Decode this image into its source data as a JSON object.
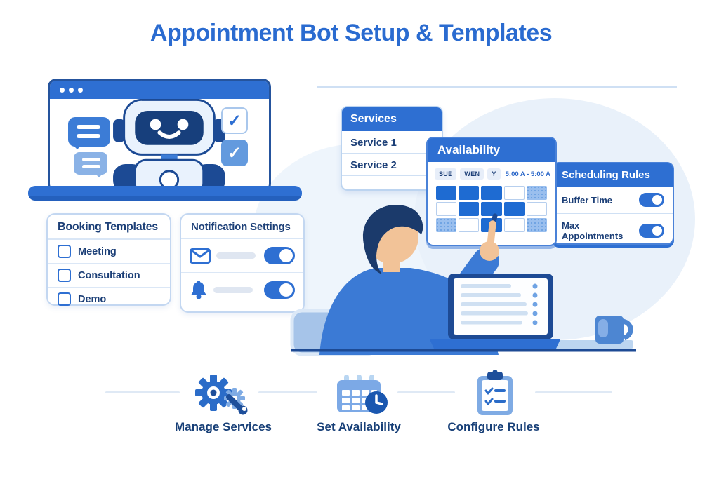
{
  "title": "Appointment Bot Setup & Templates",
  "icons": {
    "check": "✓"
  },
  "services_card": {
    "header": "Services",
    "items": [
      "Service 1",
      "Service 2"
    ]
  },
  "availability_card": {
    "header": "Availability",
    "day_chips": [
      "SUE",
      "WEN",
      "Y"
    ],
    "time_range": "5:00 A - 5:00 A",
    "grid": [
      "selected",
      "selected",
      "selected",
      "empty",
      "partial",
      "empty",
      "selected",
      "selected",
      "selected",
      "empty",
      "partial",
      "empty",
      "selected",
      "empty",
      "partial"
    ]
  },
  "scheduling_card": {
    "header": "Scheduling Rules",
    "rules": [
      {
        "label": "Buffer Time",
        "enabled": true
      },
      {
        "label": "Max Appointments",
        "enabled": true
      }
    ]
  },
  "booking_card": {
    "header": "Booking Templates",
    "items": [
      {
        "label": "Meeting",
        "checked": false
      },
      {
        "label": "Consultation",
        "checked": false
      },
      {
        "label": "Demo",
        "checked": false
      }
    ]
  },
  "notification_card": {
    "header": "Notification Settings",
    "rows": [
      {
        "icon": "envelope",
        "enabled": true
      },
      {
        "icon": "bell",
        "enabled": true
      }
    ]
  },
  "steps": [
    {
      "icon": "gear-wrench",
      "label": "Manage Services"
    },
    {
      "icon": "calendar-clock",
      "label": "Set Availability"
    },
    {
      "icon": "clipboard-check",
      "label": "Configure Rules"
    }
  ],
  "colors": {
    "primary": "#2e6fd2",
    "navy_text": "#1c3f77",
    "selected_cell": "#1e6bd2",
    "partial_cell": "#9abfee"
  }
}
